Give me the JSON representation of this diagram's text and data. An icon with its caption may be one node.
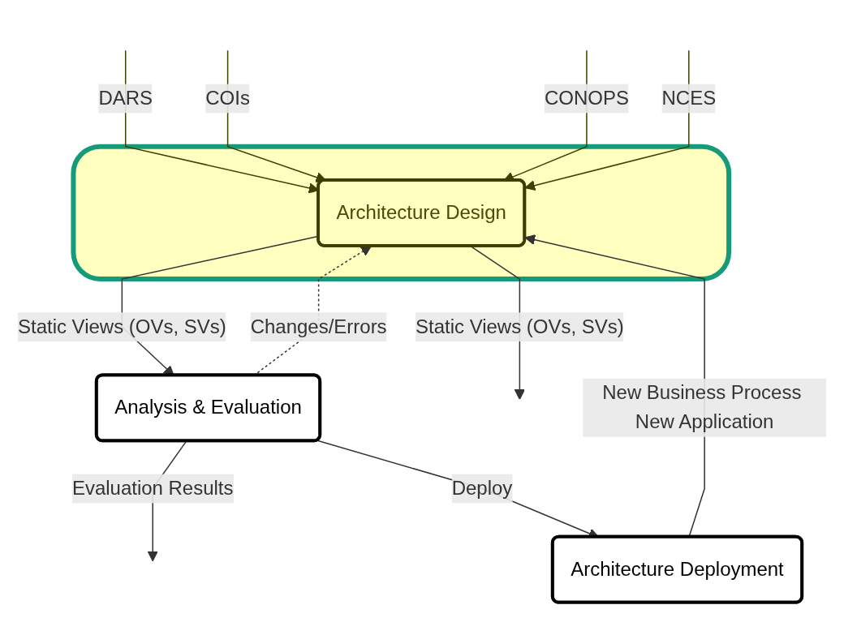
{
  "diagram": {
    "nodes": [
      {
        "text": [],
        "shape": "box"
      },
      {
        "text": [
          "Architecture Design"
        ],
        "in": 0
      },
      {
        "text": [
          "Analysis & Evaluation"
        ]
      },
      {
        "text": [
          "Architecture Deployment"
        ]
      }
    ],
    "edges": [
      {
        "from": null,
        "to": 1,
        "arrow": "to",
        "label": "DARS",
        "color": "#404000"
      },
      {
        "from": null,
        "to": 1,
        "arrow": "to",
        "label": "COIs",
        "color": "#404000"
      },
      {
        "from": null,
        "to": 1,
        "arrow": "to",
        "label": "CONOPS",
        "color": "#404000"
      },
      {
        "from": null,
        "to": 1,
        "arrow": "to",
        "label": "NCES",
        "color": "#404000"
      },
      {
        "from": 1,
        "to": null,
        "arrow": "to",
        "label": "Static Views (OVs, SVs)"
      },
      {
        "from": 1,
        "to": 2,
        "arrow": "to",
        "label": "Static Views (OVs, SVs)"
      },
      {
        "from": 2,
        "to": 1,
        "arrow": "to",
        "label": "Changes/Errors",
        "style": "dashed"
      },
      {
        "from": 2,
        "to": null,
        "arrow": "to",
        "label": "Evaluation Results"
      },
      {
        "from": 2,
        "to": 3,
        "arrow": "to",
        "label": "Deploy"
      },
      {
        "from": 3,
        "to": 1,
        "arrow": "to",
        "label": "New Business Process New Application"
      }
    ]
  }
}
